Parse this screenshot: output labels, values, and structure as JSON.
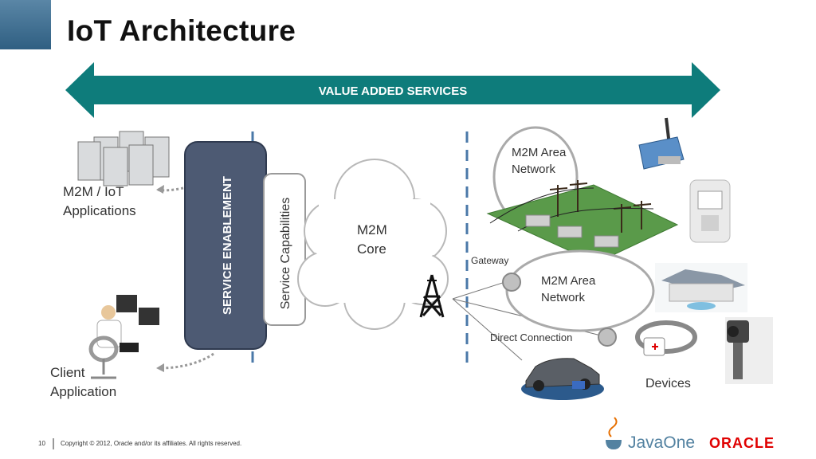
{
  "slide": {
    "title": "IoT Architecture",
    "page_number": "10",
    "copyright": "Copyright © 2012, Oracle and/or its affiliates. All rights reserved."
  },
  "banner": {
    "label": "VALUE ADDED SERVICES",
    "color": "#0e7c7b"
  },
  "service_enablement": {
    "label": "SERVICE ENABLEMENT",
    "color": "#4d5a73"
  },
  "service_capabilities": {
    "label": "Service Capabilities"
  },
  "core": {
    "line1": "M2M",
    "line2": "Core"
  },
  "left": {
    "applications": {
      "line1": "M2M / IoT",
      "line2": "Applications"
    },
    "client": {
      "line1": "Client",
      "line2": "Application"
    }
  },
  "network": {
    "area_top": {
      "line1": "M2M Area",
      "line2": "Network"
    },
    "area_bottom": {
      "line1": "M2M Area",
      "line2": "Network"
    },
    "gateway": "Gateway",
    "direct": "Direct Connection",
    "devices": "Devices"
  },
  "logos": {
    "javaone": "JavaOne",
    "oracle": "ORACLE",
    "oracle_color": "#e00000"
  },
  "icons": [
    "server-rack-icon",
    "operator-workstation-icon",
    "antenna-tower-icon",
    "router-device-icon",
    "smart-meter-icon",
    "house-icon",
    "wristband-icon",
    "camera-icon",
    "car-icon",
    "power-grid-icon",
    "java-cup-icon"
  ]
}
